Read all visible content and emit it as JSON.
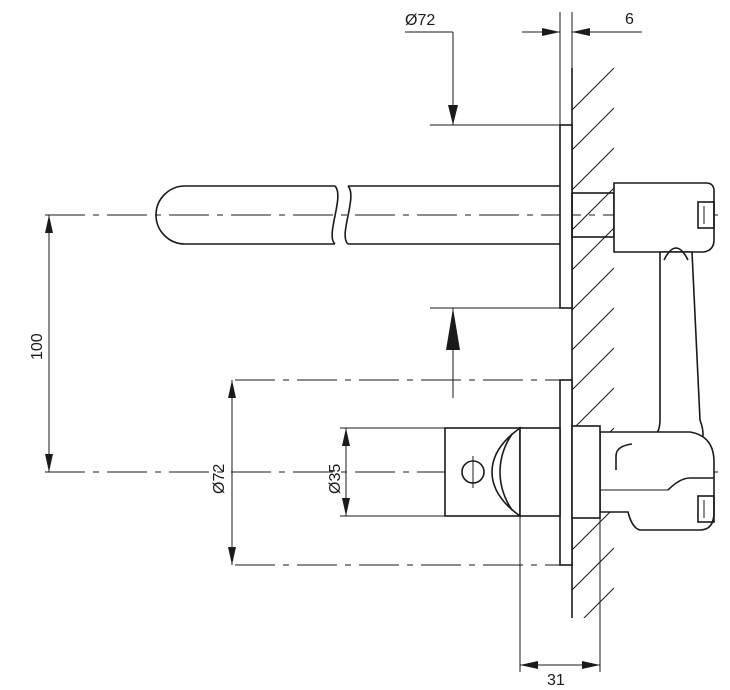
{
  "dimensions": {
    "top_diameter": "Ø72",
    "wall_offset": "6",
    "spout_height": "100",
    "plate_diameter": "Ø72",
    "handle_diameter": "Ø35",
    "body_depth": "31"
  },
  "colors": {
    "line": "#1a1a1a",
    "background": "#ffffff"
  }
}
